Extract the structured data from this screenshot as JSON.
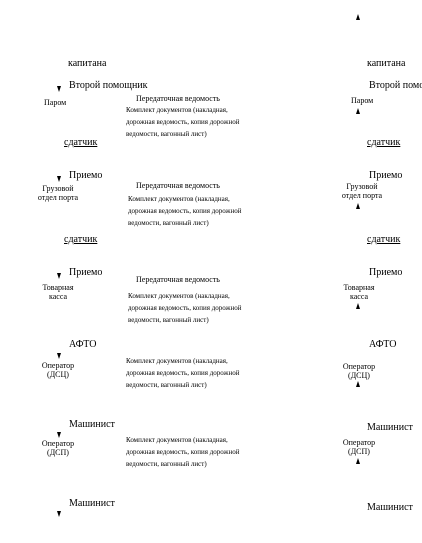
{
  "colors": {
    "text": "#000000",
    "background": "#ffffff",
    "arrow": "#000000"
  },
  "left": {
    "captain": "капитана",
    "second_mate": "Второй помощник",
    "ferry": "Паром",
    "sender1": "сдатчик",
    "receiver1": "Приемо",
    "cargo_dept_l1": "Грузовой",
    "cargo_dept_l2": "отдел порта",
    "sender2": "сдатчик",
    "receiver2": "Приемо",
    "cash_l1": "Товарная",
    "cash_l2": "касса",
    "afto": "АФТО",
    "operator1_l1": "Оператор",
    "operator1_l2": "(ДСЦ)",
    "driver1": "Машинист",
    "operator2_l1": "Оператор",
    "operator2_l2": "(ДСП)",
    "driver2": "Машинист"
  },
  "right": {
    "captain": "капитана",
    "second_mate": "Второй помо",
    "ferry": "Паром",
    "sender1": "сдатчик",
    "receiver1": "Приемо",
    "cargo_dept_l1": "Грузовой",
    "cargo_dept_l2": "отдел порта",
    "sender2": "сдатчик",
    "receiver2": "Приемо",
    "cash_l1": "Товарная",
    "cash_l2": "касса",
    "afto": "АФТО",
    "operator1_l1": "Оператор",
    "operator1_l2": "(ДСЦ)",
    "driver1": "Машинист",
    "operator2_l1": "Оператор",
    "operator2_l2": "(ДСП)",
    "driver2": "Машинист"
  },
  "docs": {
    "transfer_sheet": "Передаточная ведомость",
    "package_l1": "Комплект документов (накладная,",
    "package_l2": "дорожная ведомость, копия дорожной",
    "package_l3": "ведомости, вагонный лист)"
  }
}
